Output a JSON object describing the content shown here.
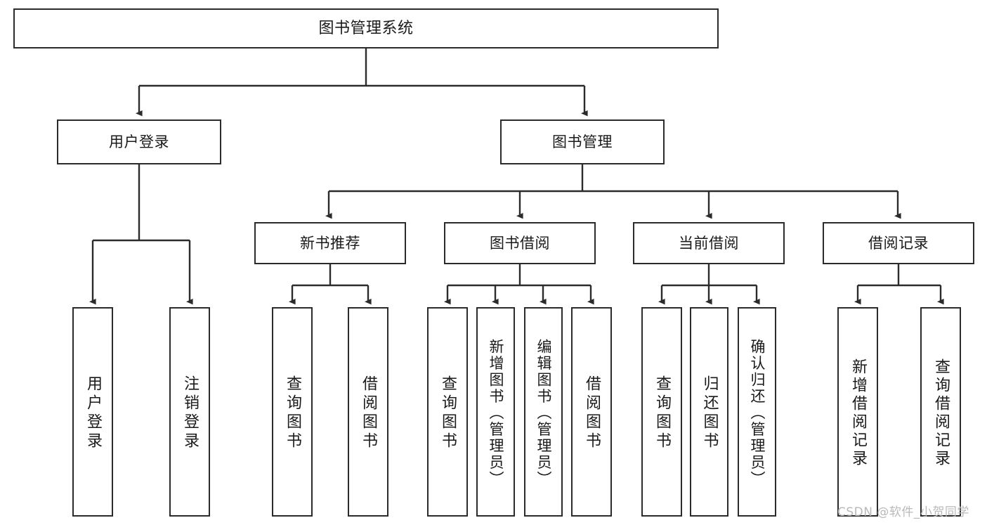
{
  "diagram": {
    "title": "图书管理系统",
    "type": "tree-hierarchy",
    "root": {
      "label": "图书管理系统"
    },
    "level2": [
      {
        "label": "用户登录"
      },
      {
        "label": "图书管理"
      }
    ],
    "level3": [
      {
        "label": "新书推荐"
      },
      {
        "label": "图书借阅"
      },
      {
        "label": "当前借阅"
      },
      {
        "label": "借阅记录"
      }
    ],
    "leaves": {
      "user_login": [
        {
          "label": "用户登录"
        },
        {
          "label": "注销登录"
        }
      ],
      "new_book_recommend": [
        {
          "label": "查询图书"
        },
        {
          "label": "借阅图书"
        }
      ],
      "book_borrow": [
        {
          "label": "查询图书"
        },
        {
          "label": "新增图书（管理员）"
        },
        {
          "label": "编辑图书（管理员）"
        },
        {
          "label": "借阅图书"
        }
      ],
      "current_borrow": [
        {
          "label": "查询图书"
        },
        {
          "label": "归还图书"
        },
        {
          "label": "确认归还（管理员）"
        }
      ],
      "borrow_records": [
        {
          "label": "新增借阅记录"
        },
        {
          "label": "查询借阅记录"
        }
      ]
    }
  },
  "watermark": {
    "text": "CSDN @软件_小贺同学"
  },
  "colors": {
    "stroke": "#2b2b2b",
    "background": "#ffffff",
    "text": "#1a1a1a",
    "watermark": "#b9b9b9"
  }
}
